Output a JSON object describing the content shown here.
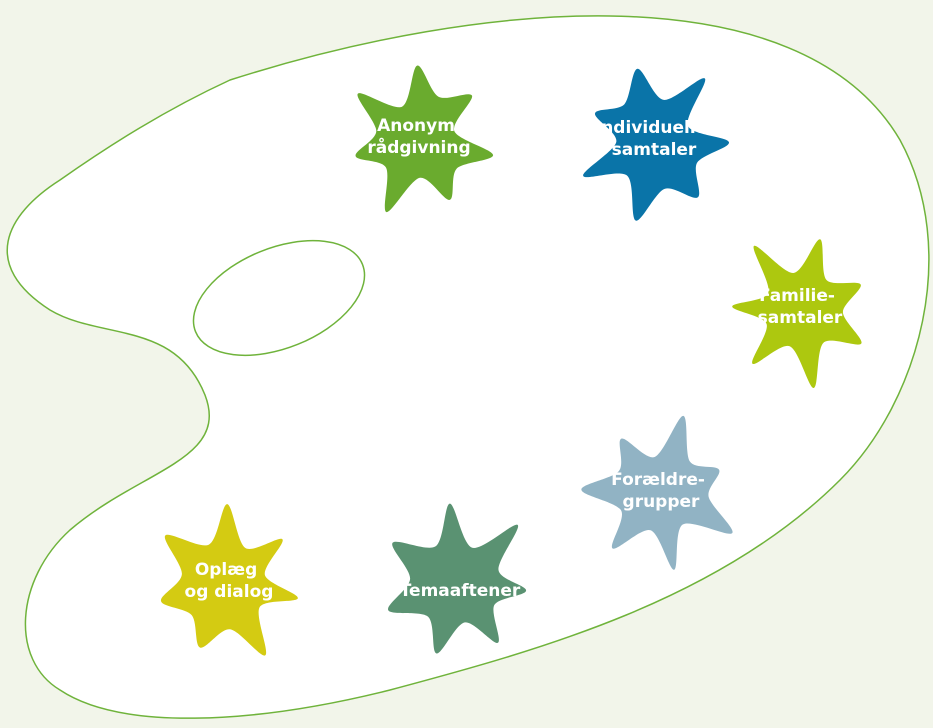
{
  "colors": {
    "background": "#f2f5ea",
    "palette_fill": "#ffffff",
    "palette_outline": "#6fb33b",
    "label_text": "#ffffff"
  },
  "palette": {
    "thumb_hole": true
  },
  "blobs": [
    {
      "id": "anonym",
      "lines": [
        "Anonym",
        "rådgivning"
      ],
      "color": "#6aab2e"
    },
    {
      "id": "individuelle",
      "lines": [
        "Individuelle",
        "samtaler"
      ],
      "color": "#0a74a8"
    },
    {
      "id": "familie",
      "lines": [
        "Familie-",
        "samtaler"
      ],
      "color": "#adc80f"
    },
    {
      "id": "foraeldre",
      "lines": [
        "Forældre-",
        "grupper"
      ],
      "color": "#91b3c4"
    },
    {
      "id": "temaaftener",
      "lines": [
        "Temaaftener"
      ],
      "color": "#5a9272"
    },
    {
      "id": "oplaeg",
      "lines": [
        "Oplæg",
        "og dialog"
      ],
      "color": "#d4cb12"
    }
  ]
}
